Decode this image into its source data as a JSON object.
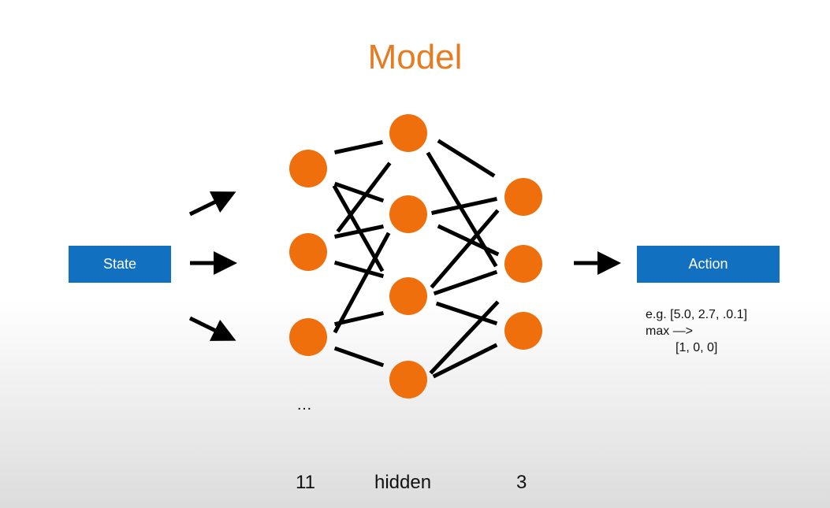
{
  "title": "Model",
  "state_label": "State",
  "action_label": "Action",
  "example": {
    "line1": "e.g. [5.0, 2.7, .0.1]",
    "line2": "max —>",
    "line3": "[1, 0, 0]"
  },
  "ellipsis": "…",
  "layers": {
    "input": "11",
    "hidden": "hidden",
    "output": "3"
  },
  "colors": {
    "title": "#e57c22",
    "node": "#ee6f0c",
    "box": "#1170bf",
    "line": "#000000"
  }
}
